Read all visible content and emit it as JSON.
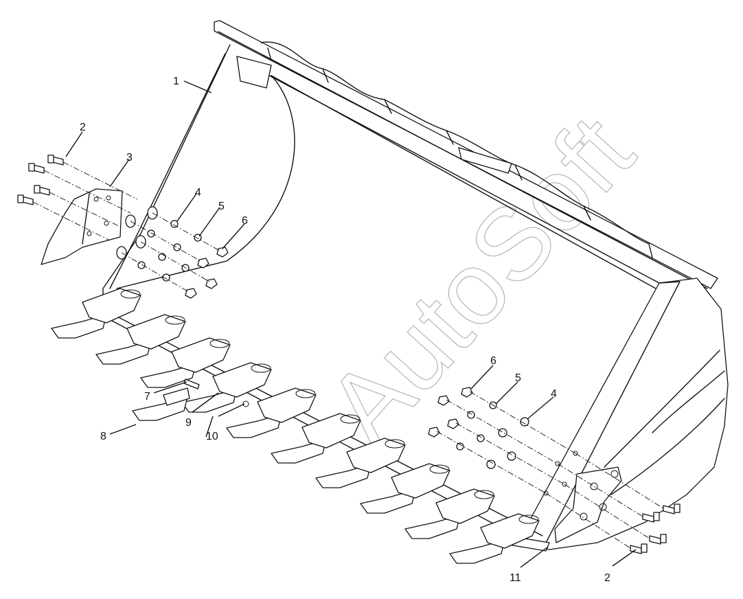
{
  "diagram": {
    "watermark": "AutoSoft",
    "callouts": [
      {
        "id": "1",
        "label": "1"
      },
      {
        "id": "2a",
        "label": "2"
      },
      {
        "id": "3",
        "label": "3"
      },
      {
        "id": "4a",
        "label": "4"
      },
      {
        "id": "5a",
        "label": "5"
      },
      {
        "id": "6a",
        "label": "6"
      },
      {
        "id": "7",
        "label": "7"
      },
      {
        "id": "8",
        "label": "8"
      },
      {
        "id": "9",
        "label": "9"
      },
      {
        "id": "10",
        "label": "10"
      },
      {
        "id": "6b",
        "label": "6"
      },
      {
        "id": "5b",
        "label": "5"
      },
      {
        "id": "4b",
        "label": "4"
      },
      {
        "id": "11",
        "label": "11"
      },
      {
        "id": "2b",
        "label": "2"
      }
    ]
  }
}
